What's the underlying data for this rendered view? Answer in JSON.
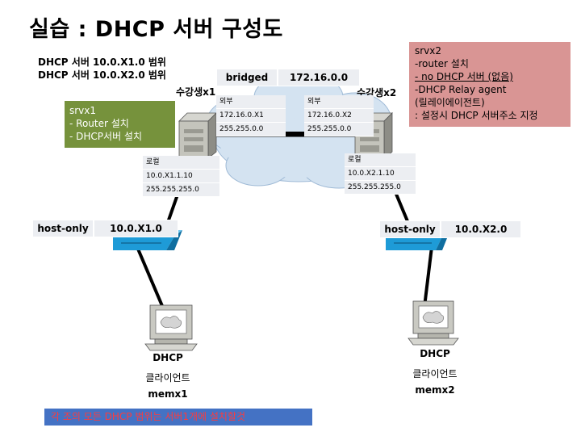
{
  "title": "실습 : DHCP 서버 구성도",
  "ranges": [
    "DHCP 서버 10.0.X1.0 범위",
    "DHCP 서버 10.0.X2.0 범위"
  ],
  "srvx1_box": {
    "lines": [
      "srvx1",
      "- Router 설치",
      "- DHCP서버 설치"
    ],
    "color": "#76923c"
  },
  "srvx2_box": {
    "lines": [
      "srvx2",
      "-router 설치",
      "- no DHCP 서버 (없음)",
      "-DHCP Relay agent",
      "(릴레이에이전트)",
      ": 설정시 DHCP 서버주소 지정"
    ],
    "color": "#d99594"
  },
  "bridged": {
    "label": "bridged",
    "network": "172.16.0.0"
  },
  "student1": {
    "name": "수강생x1",
    "external": {
      "label": "외부",
      "ip": "172.16.0.X1",
      "mask": "255.255.0.0"
    },
    "local": {
      "label": "로컬",
      "ip": "10.0.X1.1.10",
      "mask": "255.255.255.0"
    }
  },
  "student2": {
    "name": "수강생x2",
    "external": {
      "label": "외부",
      "ip": "172.16.0.X2",
      "mask": "255.255.0.0"
    },
    "local": {
      "label": "로컬",
      "ip": "10.0.X2.1.10",
      "mask": "255.255.255.0"
    }
  },
  "hostonly1": {
    "label": "host-only",
    "network": "10.0.X1.0"
  },
  "hostonly2": {
    "label": "host-only",
    "network": "10.0.X2.0"
  },
  "client1": {
    "role": "DHCP",
    "kind": "클라이언트",
    "name": "memx1"
  },
  "client2": {
    "role": "DHCP",
    "kind": "클라이언트",
    "name": "memx2"
  },
  "footer": "각 조의 모든 DHCP 범위는  서버1개에 설치할것",
  "colors": {
    "switch": "#1e9bd7",
    "cloud": "#d4e3f1",
    "footer_bg": "#4472c4",
    "footer_text": "#ff3b3b"
  }
}
